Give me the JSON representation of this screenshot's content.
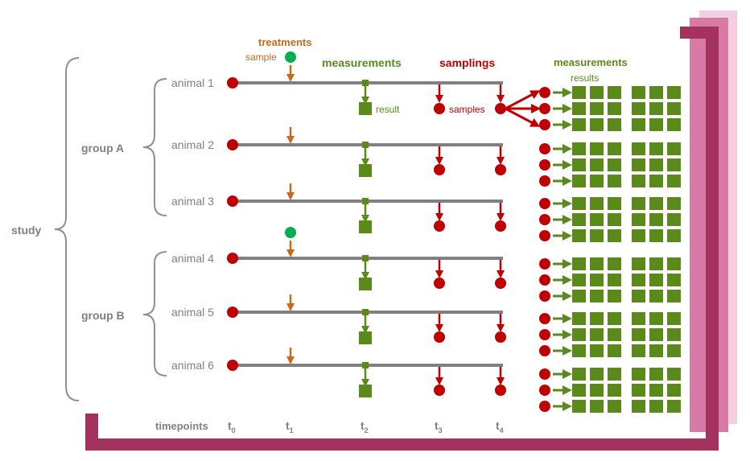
{
  "labels": {
    "study": "study",
    "group_a": "group A",
    "group_b": "group B",
    "timepoints": "timepoints",
    "treatments": "treatments",
    "sample_small": "sample",
    "measurements_left": "measurements",
    "samplings": "samplings",
    "measurements_right": "measurements",
    "result": "result",
    "samples": "samples",
    "results": "results"
  },
  "animals": [
    "animal 1",
    "animal 2",
    "animal 3",
    "animal 4",
    "animal 5",
    "animal 6"
  ],
  "timepoints": [
    {
      "base": "t",
      "sub": "0"
    },
    {
      "base": "t",
      "sub": "1"
    },
    {
      "base": "t",
      "sub": "2"
    },
    {
      "base": "t",
      "sub": "3"
    },
    {
      "base": "t",
      "sub": "4"
    }
  ],
  "colors": {
    "treatment": "#c8691e",
    "measurement": "#5a8a1a",
    "sampling": "#c00000",
    "timeline": "#808080",
    "label_gray": "#808080",
    "treatment_dot": "#00b050",
    "frame_dark": "#a3325f",
    "frame_mid": "#d87aa6",
    "frame_light": "#f2cfe0"
  },
  "icons": {
    "brace": "curly-brace",
    "arrow": "down-arrow",
    "sample": "red-circle",
    "result": "green-square"
  }
}
